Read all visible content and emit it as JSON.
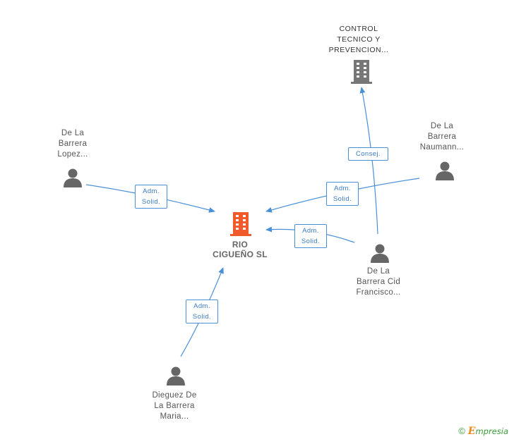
{
  "focus": {
    "lines": [
      "RIO",
      "CIGUEÑO SL"
    ],
    "color": "#f15a2b"
  },
  "companies": [
    {
      "id": "control",
      "lines": [
        "CONTROL",
        "TECNICO Y",
        "PREVENCION..."
      ],
      "color": "#777777"
    }
  ],
  "people": [
    {
      "id": "lopez",
      "lines": [
        "De La",
        "Barrera",
        "Lopez..."
      ]
    },
    {
      "id": "naumann",
      "lines": [
        "De La",
        "Barrera",
        "Naumann..."
      ]
    },
    {
      "id": "cid",
      "lines": [
        "De La",
        "Barrera Cid",
        "Francisco..."
      ]
    },
    {
      "id": "dieguez",
      "lines": [
        "Dieguez De",
        "La Barrera",
        "Maria..."
      ]
    }
  ],
  "edges": [
    {
      "id": "lopez",
      "lines": [
        "Adm.",
        "Solid."
      ]
    },
    {
      "id": "naumann",
      "lines": [
        "Adm.",
        "Solid."
      ]
    },
    {
      "id": "cid",
      "lines": [
        "Adm.",
        "Solid."
      ]
    },
    {
      "id": "dieguez",
      "lines": [
        "Adm.",
        "Solid."
      ]
    },
    {
      "id": "consej",
      "lines": [
        "Consej."
      ]
    }
  ],
  "colors": {
    "edge": "#4a90d9",
    "person_icon": "#666666"
  },
  "footer": {
    "copyright": "©",
    "brand_initial": "E",
    "brand_rest": "mpresia"
  }
}
